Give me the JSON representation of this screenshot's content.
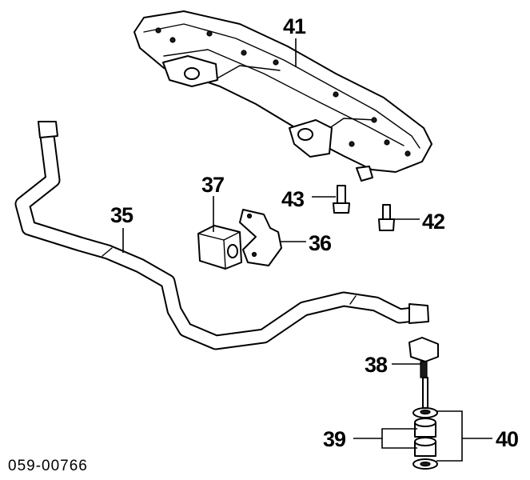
{
  "diagram": {
    "code": "059-00766",
    "callouts": {
      "c35": "35",
      "c36": "36",
      "c37": "37",
      "c38": "38",
      "c39": "39",
      "c40": "40",
      "c41": "41",
      "c42": "42",
      "c43": "43"
    }
  }
}
